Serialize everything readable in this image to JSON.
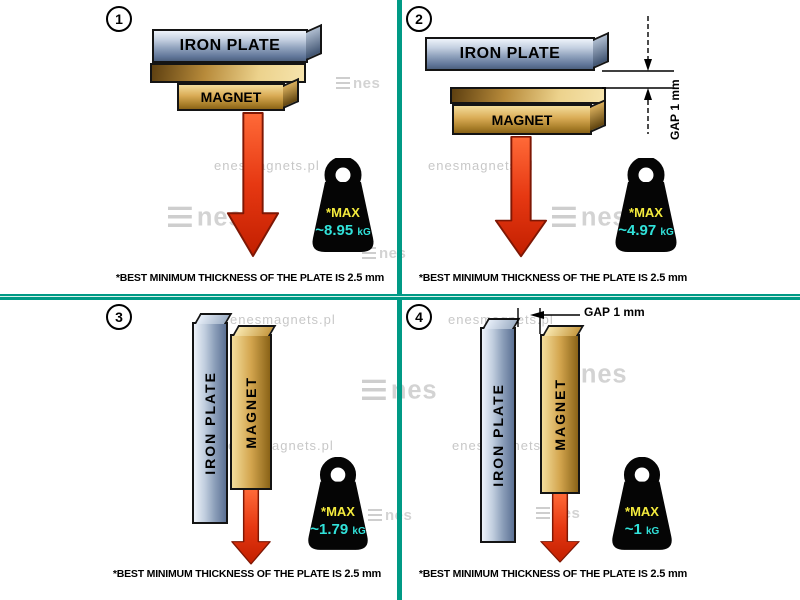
{
  "colors": {
    "divider": "#009a85",
    "arrow": "#e63812",
    "max_label_text": "#f3ea3d",
    "weight_value_text": "#31e2da"
  },
  "watermark": {
    "url_text": "enesmagnets.pl",
    "logo_text": "nes"
  },
  "panels": [
    {
      "number": "1",
      "iron_plate_label": "IRON PLATE",
      "magnet_label": "MAGNET",
      "weight": {
        "max_label": "*MAX",
        "value": "~8.95",
        "unit": "kG"
      },
      "caption_prefix": "*BEST MINIMUM THICKNESS OF THE PLATE IS",
      "caption_bold": "2.5 mm"
    },
    {
      "number": "2",
      "iron_plate_label": "IRON PLATE",
      "magnet_label": "MAGNET",
      "gap_label": "GAP",
      "gap_bold": "1 mm",
      "weight": {
        "max_label": "*MAX",
        "value": "~4.97",
        "unit": "kG"
      },
      "caption_prefix": "*BEST MINIMUM THICKNESS OF THE PLATE IS",
      "caption_bold": "2.5 mm"
    },
    {
      "number": "3",
      "iron_plate_label": "IRON PLATE",
      "magnet_label": "MAGNET",
      "weight": {
        "max_label": "*MAX",
        "value": "~1.79",
        "unit": "kG"
      },
      "caption_prefix": "*BEST MINIMUM THICKNESS OF THE PLATE IS",
      "caption_bold": "2.5 mm"
    },
    {
      "number": "4",
      "iron_plate_label": "IRON PLATE",
      "magnet_label": "MAGNET",
      "gap_label": "GAP",
      "gap_bold": "1 mm",
      "weight": {
        "max_label": "*MAX",
        "value": "~1",
        "unit": "kG"
      },
      "caption_prefix": "*BEST MINIMUM THICKNESS OF THE PLATE IS",
      "caption_bold": "2.5 mm"
    }
  ]
}
